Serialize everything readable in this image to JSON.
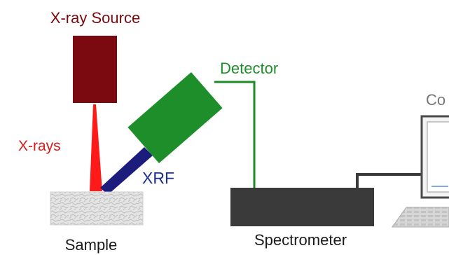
{
  "labels": {
    "xray_source": "X-ray Source",
    "xrays": "X-rays",
    "detector": "Detector",
    "xrf": "XRF",
    "sample": "Sample",
    "spectrometer": "Spectrometer",
    "computer_partial": "Co"
  },
  "colors": {
    "xray_source": "#7a0a0f",
    "xray_beam": "#ff1a1a",
    "xray_label": "#d81b1b",
    "xrf_beam": "#1c1c7c",
    "xrf_label": "#1d2f8f",
    "detector": "#1e8e2b",
    "detector_wire": "#1f8a2a",
    "spectrometer": "#3a3a3a",
    "cable": "#3a3a3a",
    "text_dark": "#1a1a1a",
    "computer_text": "#777777"
  }
}
